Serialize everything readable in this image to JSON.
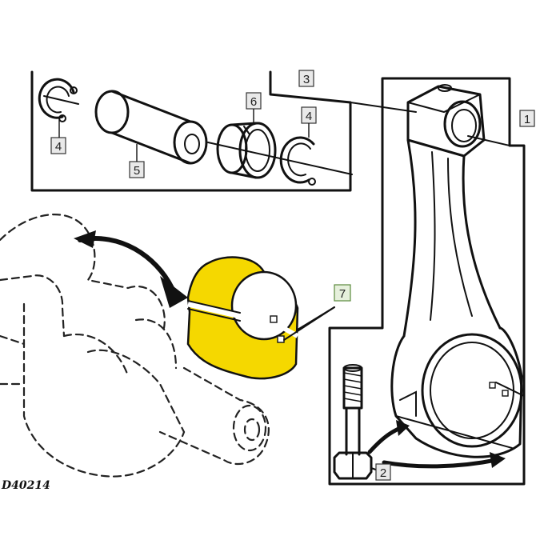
{
  "diagram": {
    "drawing_code": "D40214",
    "callouts": [
      {
        "id": "c1",
        "label": "1"
      },
      {
        "id": "c2",
        "label": "2"
      },
      {
        "id": "c3",
        "label": "3"
      },
      {
        "id": "c4a",
        "label": "4"
      },
      {
        "id": "c4b",
        "label": "4"
      },
      {
        "id": "c5",
        "label": "5"
      },
      {
        "id": "c6",
        "label": "6"
      },
      {
        "id": "c7",
        "label": "7"
      }
    ],
    "highlight_color": "#F5D800",
    "highlight_callout_color": "#5a8a3c",
    "line_color": "#111111"
  }
}
